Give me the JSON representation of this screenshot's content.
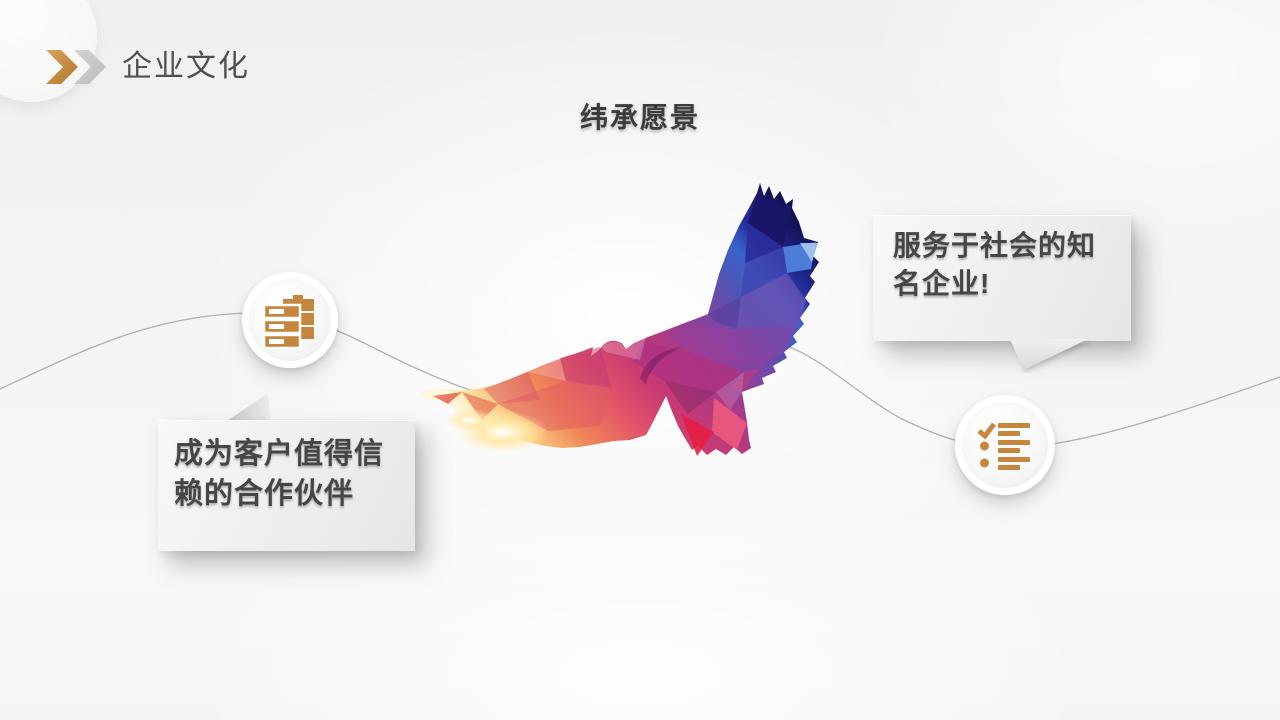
{
  "slide": {
    "header": {
      "title": "企业文化"
    },
    "title": "纬承愿景",
    "callouts": {
      "left": {
        "text": "成为客户值得信赖的合作伙伴",
        "icon": "archive-boxes-icon"
      },
      "right": {
        "text": "服务于社会的知名企业!",
        "icon": "checklist-icon"
      }
    },
    "graphics": {
      "eagle": "low-poly-eagle-silhouette",
      "wave_line": "flowing-connector-line",
      "header_icon": "double-chevron-right-icon"
    },
    "colors": {
      "accent_gold": "#c08a42",
      "chevron_gray": "#c6c6c8",
      "heading_text": "#4f4f4f",
      "title_text": "#3c3c3c",
      "callout_text": "#464646",
      "line_gray": "#a3a3a5",
      "icon_orange": "#c6863e"
    }
  }
}
